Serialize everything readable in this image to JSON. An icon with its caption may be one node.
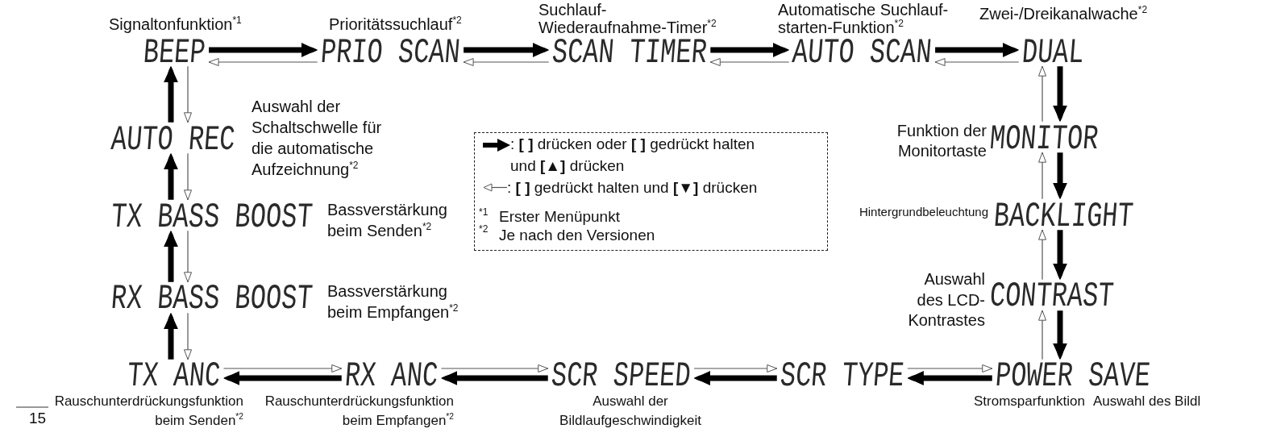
{
  "diagram": {
    "nodes": [
      {
        "text": [
          "BEEP"
        ],
        "beside": [
          "Signaltonfunktion$^{*1}$"
        ]
      },
      {
        "text": [
          "PRIO SCAN"
        ],
        "beside": [
          "Prioritätssuchlauf$^{*2}$"
        ]
      },
      {
        "text": [
          "SCAN TIMER"
        ],
        "beside": [
          "Suchlauf- Wiederaufnahme-Timer$^{*2}$"
        ]
      },
      {
        "text": [
          "AUTO SCAN"
        ],
        "beside": [
          "Automatische Suchlauf- starten-Funktion$^{*2}$"
        ]
      },
      {
        "text": [
          "DUAL"
        ],
        "beside": [
          "Zwei-/Dreikanalwache$^{*2}$"
        ]
      },
      {
        "text": [
          "MONITOR"
        ],
        "beside": [
          "Funktion der Monitortaste"
        ]
      },
      {
        "text": [
          "BACKLIGHT"
        ],
        "beside": [
          "Hintergrundbeleuchtung"
        ]
      },
      {
        "text": [
          "CONTRAST"
        ],
        "beside": [
          "Auswahl des LCD- Kontrastes"
        ]
      },
      {
        "text": [
          "POWER SAVE"
        ],
        "beside": [
          "Stromsparfunktion"
        ]
      },
      {
        "text": [
          "SCR TYPE"
        ]
      },
      {
        "text": [
          "SCR SPEED"
        ],
        "beside": [
          "Auswahl der Bildlaufgeschwindigkeit"
        ]
      },
      {
        "text": [
          "RX ANC"
        ],
        "beside": [
          "Rauschunterdrückungsfunktion beim Empfangen$^{*2}$"
        ]
      },
      {
        "text": [
          "TX ANC"
        ],
        "beside": [
          "Rauschunterdrückungsfunktion beim Senden$^{*2}$"
        ]
      },
      {
        "text": [
          "RX BASS BOOST"
        ],
        "beside": [
          "Bassverstärkung beim Empfangen$^{*2}$"
        ]
      },
      {
        "text": [
          "TX BASS BOOST"
        ],
        "beside": [
          "Bassverstärkung beim Senden$^{*2}$"
        ]
      },
      {
        "text": [
          "AUTO REC"
        ],
        "beside": [
          "Auswahl der Schaltschwelle für die automatische Aufzeichnung$^{*2}$"
        ]
      }
    ],
    "edges": [
      {
        "from": 0,
        "to": 1,
        "arrow": "to",
        "style": "thick"
      },
      {
        "from": 1,
        "to": 0,
        "arrow": "to"
      },
      {
        "from": 1,
        "to": 2,
        "arrow": "to",
        "style": "thick"
      },
      {
        "from": 2,
        "to": 1,
        "arrow": "to"
      },
      {
        "from": 2,
        "to": 3,
        "arrow": "to",
        "style": "thick"
      },
      {
        "from": 3,
        "to": 2,
        "arrow": "to"
      },
      {
        "from": 3,
        "to": 4,
        "arrow": "to",
        "style": "thick"
      },
      {
        "from": 4,
        "to": 3,
        "arrow": "to"
      },
      {
        "from": 4,
        "to": 5,
        "arrow": "to",
        "style": "thick"
      },
      {
        "from": 5,
        "to": 4,
        "arrow": "to"
      },
      {
        "from": 5,
        "to": 6,
        "arrow": "to",
        "style": "thick"
      },
      {
        "from": 6,
        "to": 5,
        "arrow": "to"
      },
      {
        "from": 6,
        "to": 7,
        "arrow": "to",
        "style": "thick"
      },
      {
        "from": 7,
        "to": 6,
        "arrow": "to"
      },
      {
        "from": 7,
        "to": 8,
        "arrow": "to",
        "style": "thick"
      },
      {
        "from": 8,
        "to": 7,
        "arrow": "to"
      },
      {
        "from": 8,
        "to": 9,
        "arrow": "to",
        "style": "thick"
      },
      {
        "from": 9,
        "to": 8,
        "arrow": "to"
      },
      {
        "from": 9,
        "to": 10,
        "arrow": "to",
        "style": "thick"
      },
      {
        "from": 10,
        "to": 9,
        "arrow": "to"
      },
      {
        "from": 10,
        "to": 11,
        "arrow": "to",
        "style": "thick"
      },
      {
        "from": 11,
        "to": 10,
        "arrow": "to"
      },
      {
        "from": 11,
        "to": 12,
        "arrow": "to",
        "style": "thick"
      },
      {
        "from": 12,
        "to": 11,
        "arrow": "to"
      },
      {
        "from": 12,
        "to": 13,
        "arrow": "to",
        "style": "thick"
      },
      {
        "from": 13,
        "to": 12,
        "arrow": "to"
      },
      {
        "from": 13,
        "to": 14,
        "arrow": "to",
        "style": "thick"
      },
      {
        "from": 14,
        "to": 13,
        "arrow": "to"
      },
      {
        "from": 14,
        "to": 15,
        "arrow": "to",
        "style": "thick"
      },
      {
        "from": 15,
        "to": 14,
        "arrow": "to"
      },
      {
        "from": 15,
        "to": 0,
        "arrow": "to",
        "style": "thick"
      },
      {
        "from": 0,
        "to": 15,
        "arrow": "to"
      }
    ],
    "labels": [
      "*1",
      "Erster Menüpunkt",
      "*2",
      "Je nach den Versionen",
      "Auswahl des Bildl",
      "15"
    ],
    "legend": [
      {
        "text": ": **[ ]** drücken oder **[ ]** gedrückt halten und **[▲]** drücken"
      },
      {
        "text": ": **[ ]** gedrückt halten und **[▼]** drücken"
      }
    ]
  }
}
